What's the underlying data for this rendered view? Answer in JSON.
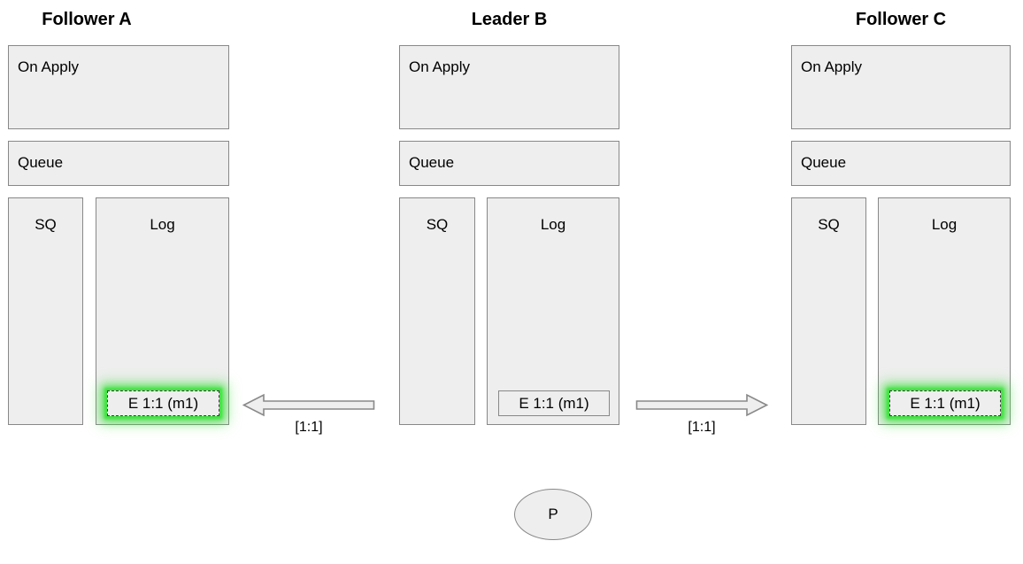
{
  "diagram": {
    "type": "raft-replication-diagram",
    "background_color": "#ffffff",
    "box_fill": "#eeeeee",
    "box_border": "#888888",
    "highlight_color": "#3ce13c",
    "nodes": [
      {
        "id": "follower-a",
        "title": "Follower A",
        "on_apply_label": "On Apply",
        "queue_label": "Queue",
        "sq_label": "SQ",
        "log_label": "Log",
        "entries": [
          {
            "text": "E 1:1 (m1)",
            "highlighted": true,
            "border_style": "dashed"
          }
        ]
      },
      {
        "id": "leader-b",
        "title": "Leader B",
        "on_apply_label": "On Apply",
        "queue_label": "Queue",
        "sq_label": "SQ",
        "log_label": "Log",
        "entries": [
          {
            "text": "E 1:1 (m1)",
            "highlighted": false,
            "border_style": "solid"
          }
        ]
      },
      {
        "id": "follower-c",
        "title": "Follower C",
        "on_apply_label": "On Apply",
        "queue_label": "Queue",
        "sq_label": "SQ",
        "log_label": "Log",
        "entries": [
          {
            "text": "E 1:1 (m1)",
            "highlighted": true,
            "border_style": "dashed"
          }
        ]
      }
    ],
    "arrows": [
      {
        "id": "leader-to-follower-a",
        "direction": "left",
        "label": "[1:1]"
      },
      {
        "id": "leader-to-follower-c",
        "direction": "right",
        "label": "[1:1]"
      }
    ],
    "client": {
      "id": "client-p",
      "label": "P"
    }
  }
}
